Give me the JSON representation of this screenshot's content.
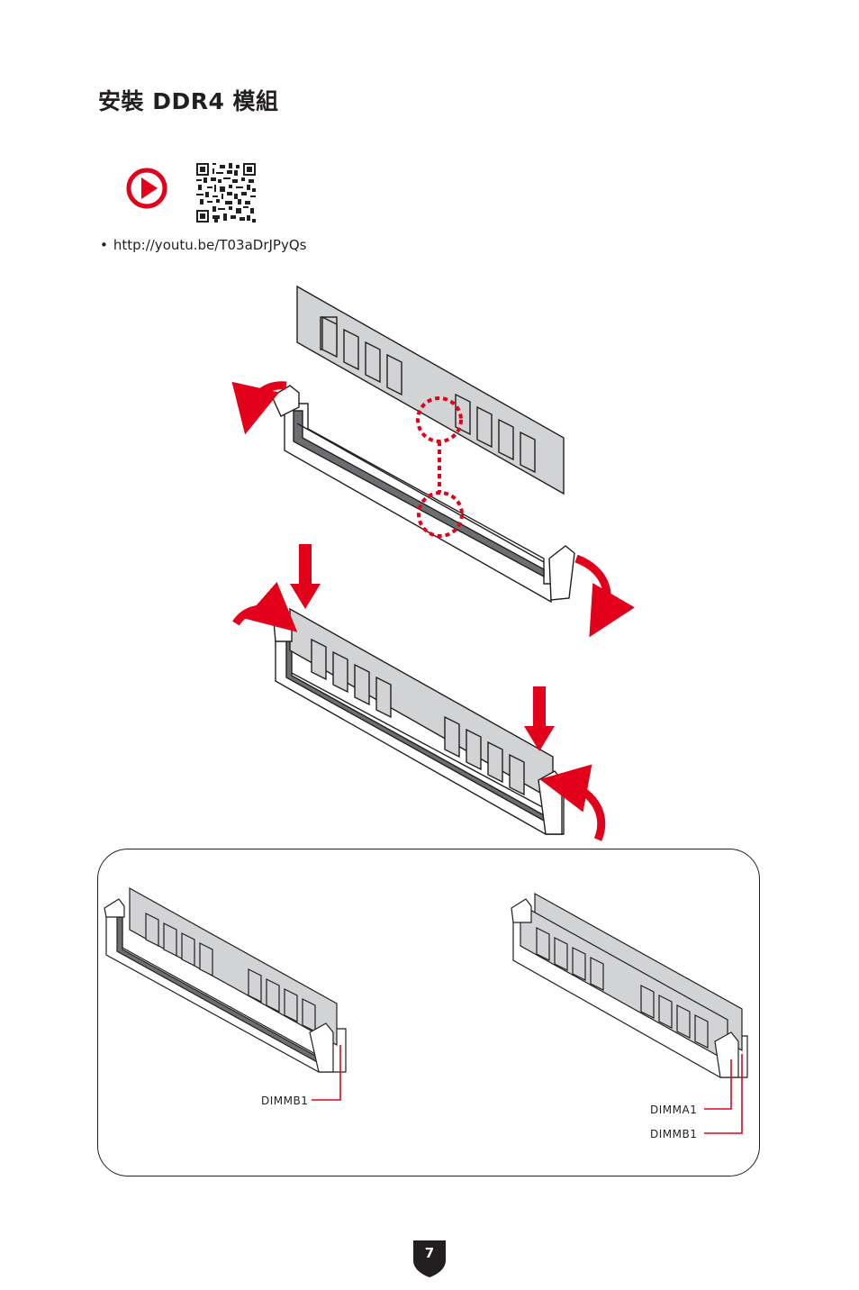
{
  "page": {
    "title": "安裝 DDR4 模組",
    "video_link": "http://youtu.be/T03aDrJPyQs",
    "bullet": "•",
    "page_number": "7"
  },
  "labels": {
    "single_dimm": "DIMMB1",
    "dual_dimm_a": "DIMMA1",
    "dual_dimm_b": "DIMMB1"
  },
  "colors": {
    "accent_red": "#e2001a",
    "module_gray": "#d1d3d4",
    "line": "#231f20"
  },
  "icons": {
    "play": "play-circle-icon",
    "qr": "qr-code-icon"
  }
}
